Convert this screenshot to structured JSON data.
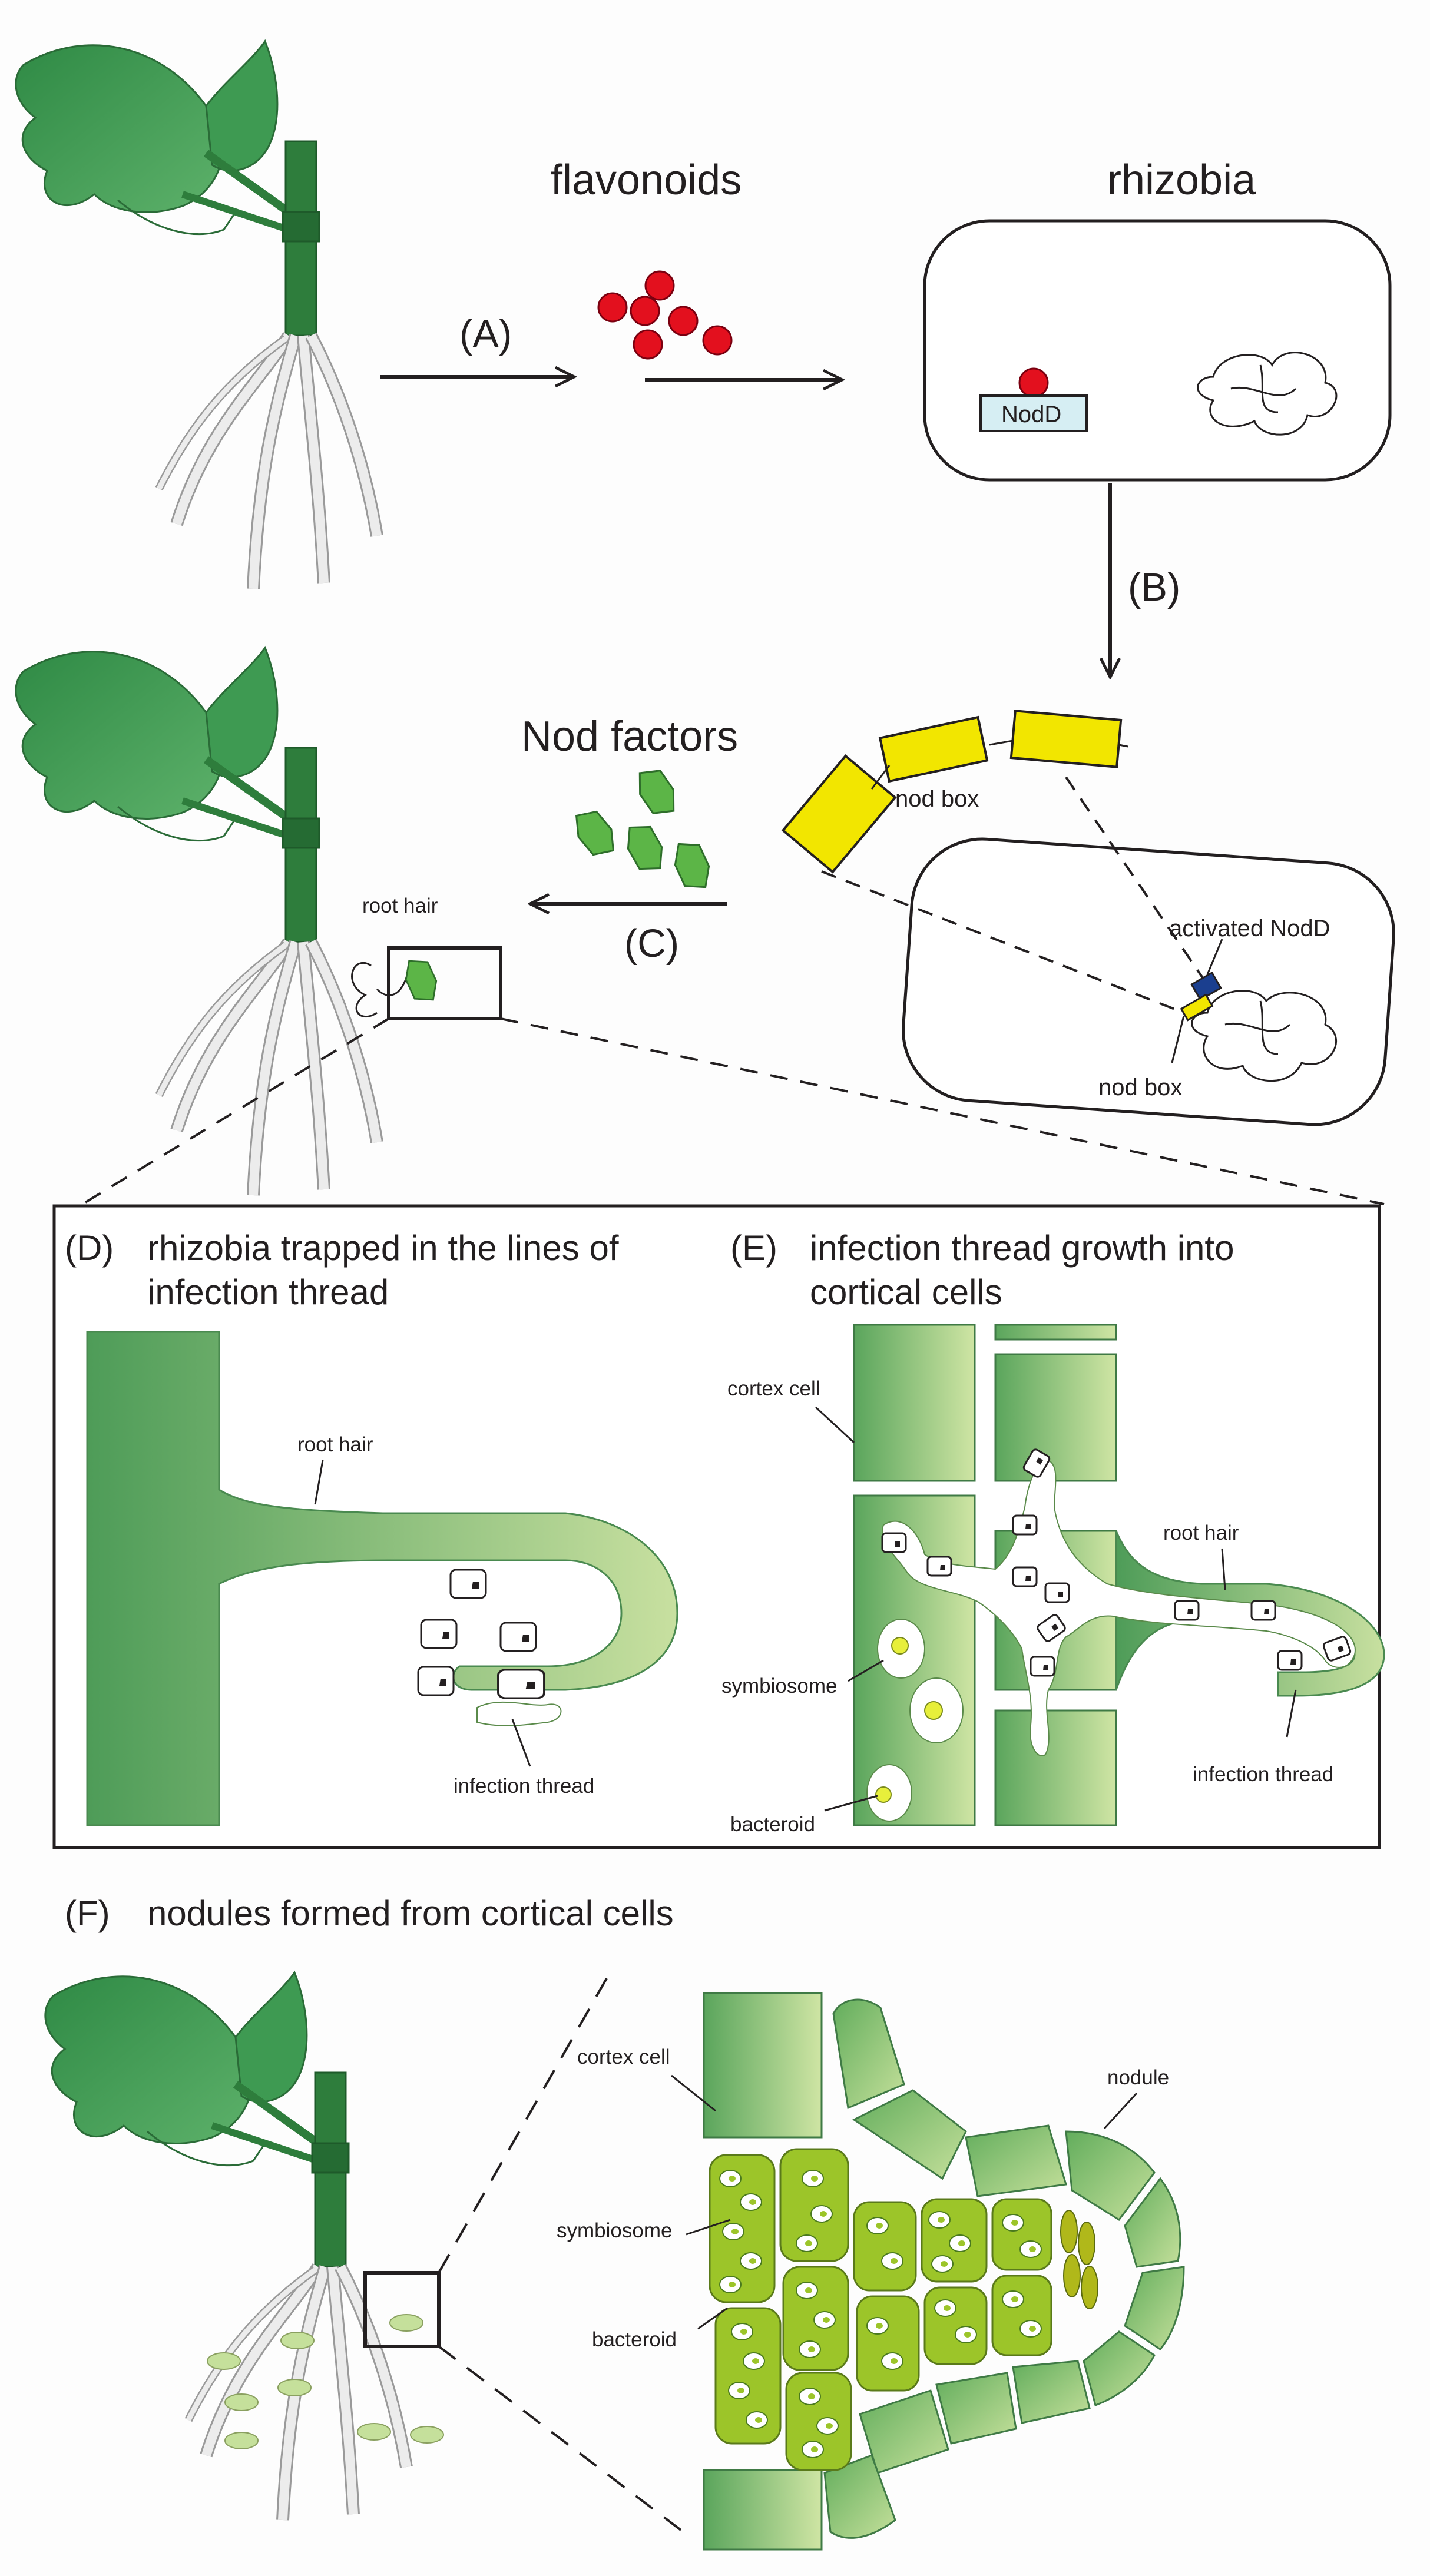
{
  "top": {
    "flavonoids": "flavonoids",
    "rhizobia": "rhizobia",
    "step_a": "(A)",
    "step_b": "(B)",
    "step_c": "(C)",
    "nodd": "NodD",
    "nod_factors": "Nod factors",
    "nod_box_gene": "nod box",
    "activated_nodd": "activated NodD",
    "nod_box_cell": "nod box",
    "root_hair": "root hair"
  },
  "panel_d": {
    "letter": "(D)",
    "title_line1": "rhizobia trapped in the lines of",
    "title_line2": "infection thread",
    "root_hair": "root hair",
    "infection_thread": "infection thread"
  },
  "panel_e": {
    "letter": "(E)",
    "title_line1": "infection thread growth into",
    "title_line2": "cortical cells",
    "cortex_cell": "cortex cell",
    "root_hair": "root hair",
    "symbiosome": "symbiosome",
    "bacteroid": "bacteroid",
    "infection_thread": "infection thread"
  },
  "panel_f": {
    "letter": "(F)",
    "title": "nodules formed from cortical cells",
    "cortex_cell": "cortex cell",
    "nodule": "nodule",
    "symbiosome": "symbiosome",
    "bacteroid": "bacteroid"
  },
  "colors": {
    "leaf": "#3f9a52",
    "stem": "#2e7d3c",
    "root": "#e4e4e4",
    "flavonoid": "#e3101e",
    "nodd_box": "#d6eef3",
    "nod_gene": "#f2e600",
    "nod_factor": "#5cb547",
    "cell_green": "#6fb55e",
    "nodule_cell": "#9cc529",
    "activated_nodd": "#1b3f8f"
  }
}
